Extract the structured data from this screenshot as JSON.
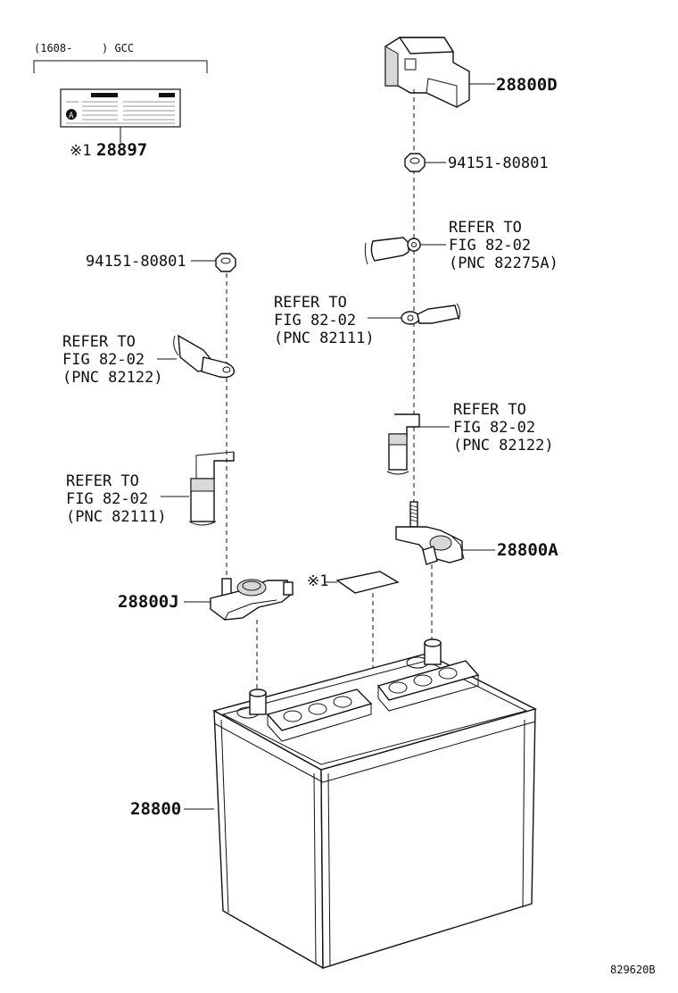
{
  "header": {
    "date_range": "(1608-",
    "region": ") GCC"
  },
  "parts": {
    "label_sticker": {
      "note": "※1",
      "number": "28897"
    },
    "terminal_cover": "28800D",
    "nut_right": "94151-80801",
    "nut_left": "94151-80801",
    "positive_clamp": "28800A",
    "negative_clamp": "28800J",
    "battery": "28800",
    "note_marker": "※1"
  },
  "refs": [
    {
      "line1": "REFER TO",
      "line2": "FIG 82-02",
      "line3": "(PNC 82275A)"
    },
    {
      "line1": "REFER TO",
      "line2": "FIG 82-02",
      "line3": "(PNC 82111)"
    },
    {
      "line1": "REFER TO",
      "line2": "FIG 82-02",
      "line3": "(PNC 82122)"
    },
    {
      "line1": "REFER TO",
      "line2": "FIG 82-02",
      "line3": "(PNC 82122)"
    },
    {
      "line1": "REFER TO",
      "line2": "FIG 82-02",
      "line3": "(PNC 82111)"
    }
  ],
  "figure_code": "829620B"
}
